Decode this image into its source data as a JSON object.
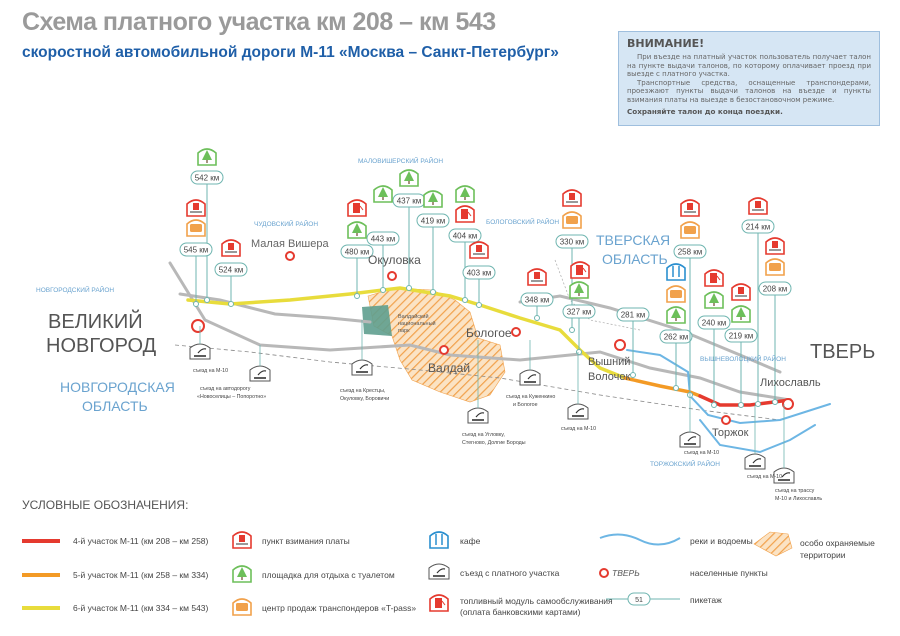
{
  "header": {
    "title": "Схема платного участка км 208 – км 543",
    "subtitle": "скоростной автомобильной дороги М-11 «Москва – Санкт-Петербург»"
  },
  "notice": {
    "heading": "ВНИМАНИЕ!",
    "para1": "При въезде на платный участок пользователь получает талон на пункте выдачи талонов, по которому оплачивает проезд при выезде с платного участка.",
    "para2": "Транспортные средства, оснащенные транспондерами, проезжают пункты выдачи талонов на въезде и пункты взимания платы на выезде в безостановочном режиме.",
    "footer": "Сохраняйте талон до конца поездки."
  },
  "cities": {
    "novgorod_1": "ВЕЛИКИЙ",
    "novgorod_2": "НОВГОРОД",
    "tver": "ТВЕРЬ",
    "malaya_vishera": "Малая Вишера",
    "okulovka": "Окуловка",
    "valday": "Валдай",
    "bologoe": "Бологое",
    "vyshniy_1": "Вышний",
    "vyshniy_2": "Волочек",
    "torzhok": "Торжок",
    "likhoslavl": "Лихославль"
  },
  "regions": {
    "novgorod_district": "НОВГОРОДСКИЙ РАЙОН",
    "chudovo": "ЧУДОВСКИЙ РАЙОН",
    "malovishera": "МАЛОВИШЕРСКИЙ РАЙОН",
    "bologovsky": "БОЛОГОВСКИЙ РАЙОН",
    "vyshnevolotsky": "ВЫШНЕВОЛОЦКИЙ РАЙОН",
    "torzhoksky": "ТОРЖОКСКИЙ РАЙОН",
    "novgorod_obl_1": "НОВГОРОДСКАЯ",
    "novgorod_obl_2": "ОБЛАСТЬ",
    "tver_obl_1": "ТВЕРСКАЯ",
    "tver_obl_2": "ОБЛАСТЬ",
    "park_1": "Валдайский",
    "park_2": "национальный",
    "park_3": "парк"
  },
  "pickets": [
    "542 км",
    "545 км",
    "524 км",
    "480 км",
    "437 км",
    "443 км",
    "419 км",
    "404 км",
    "403 км",
    "348 км",
    "330 км",
    "327 км",
    "281 км",
    "262 км",
    "258 км",
    "240 км",
    "219 км",
    "214 км",
    "208 км"
  ],
  "exits": {
    "m10_a": "съезд на М-10",
    "novoselitsy_1": "съезд на автодорогу",
    "novoselitsy_2": "«Новоселицы – Попоротно»",
    "kresttsy_1": "съезд на Крестцы,",
    "kresttsy_2": "Окуловку, Боровичи",
    "kuzhenkino_1": "съезд на Куженкино",
    "kuzhenkino_2": "и Бологое",
    "uglovka_1": "съезд на Угловку,",
    "uglovka_2": "Стегново, Долгие Бороды",
    "m10_b": "съезд на М-10",
    "m10_c": "съезд на М-10",
    "m10_d": "съезд на М-10",
    "trassa_1": "съезд на трассу",
    "trassa_2": "М-10 и Лихославль"
  },
  "legend": {
    "title": "УСЛОВНЫЕ ОБОЗНАЧЕНИЯ:",
    "line1": "4-й участок М-11 (км 208 – км 258)",
    "line2": "5-й участок М-11 (км 258 – км 334)",
    "line3": "6-й участок М-11 (км 334 – км 543)",
    "toll": "пункт взимания платы",
    "rest": "площадка для отдыха с туалетом",
    "tpass": "центр продаж транспондеров «T-pass»",
    "cafe": "кафе",
    "exit": "съезд с платного участка",
    "fuel_1": "топливный модуль самообслуживания",
    "fuel_2": "(оплата банковскими картами)",
    "rivers": "реки и водоемы",
    "settlements_city": "ТВЕРЬ",
    "settlements": "населенные пункты",
    "picket": "пикетаж",
    "picket_sample": "51",
    "protected_1": "особо охраняемые",
    "protected_2": "территории"
  },
  "colors": {
    "section4": "#e53a2f",
    "section5": "#f39a25",
    "section6": "#e8dc3c",
    "old_road": "#b8b8b8",
    "water": "#6db6e4",
    "title_blue": "#1f5fa8",
    "region_blue": "#6aa3cf",
    "teal_stem": "#6fb5b0",
    "protected": "#f1a14b"
  }
}
